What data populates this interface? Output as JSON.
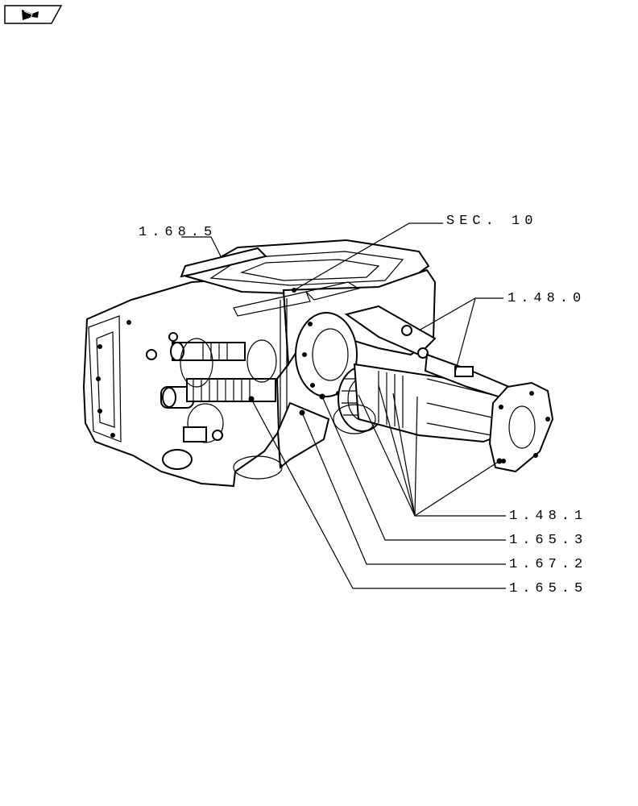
{
  "nav": {
    "icon": "back-arrow-icon"
  },
  "callouts": {
    "c1_68_5": "1.68.5",
    "sec_10": "SEC. 10",
    "c1_48_0": "1.48.0",
    "c1_48_1": "1.48.1",
    "c1_65_3": "1.65.3",
    "c1_67_2": "1.67.2",
    "c1_65_5": "1.65.5"
  }
}
